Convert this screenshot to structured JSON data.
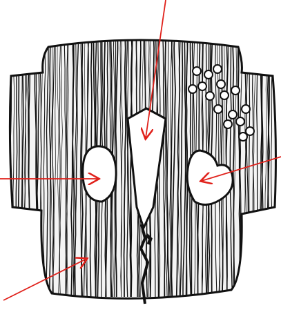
{
  "diagram": {
    "subject": "tsuba-illustration",
    "colors": {
      "background": "#ffffff",
      "ink": "#111111",
      "arrow": "#e0201a"
    },
    "parts": [
      {
        "id": "seppa-dai-center-hole",
        "icon": "wedge-shaped-hole"
      },
      {
        "id": "left-side-hole",
        "icon": "rounded-hole"
      },
      {
        "id": "right-side-hole",
        "icon": "kidney-hole"
      },
      {
        "id": "plate-body",
        "icon": "wood-grain-plate"
      },
      {
        "id": "dot-cluster",
        "icon": "circle-dots"
      }
    ],
    "arrows": [
      {
        "id": "arrow-top",
        "target": "seppa-dai-center-hole"
      },
      {
        "id": "arrow-left",
        "target": "left-side-hole"
      },
      {
        "id": "arrow-right",
        "target": "right-side-hole"
      },
      {
        "id": "arrow-bottom-left",
        "target": "plate-body"
      }
    ]
  }
}
